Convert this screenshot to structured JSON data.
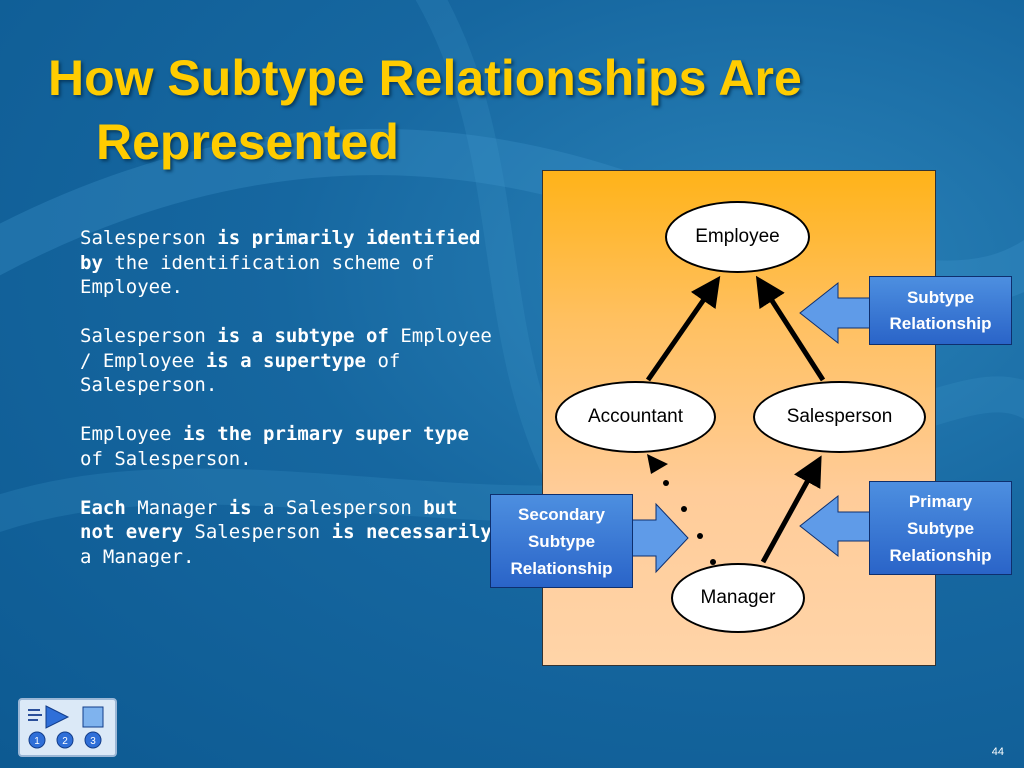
{
  "slide": {
    "title_line1": "How Subtype Relationships Are",
    "title_line2": "Represented",
    "page_number": "44"
  },
  "body": {
    "p1": [
      "Salesperson ",
      "is primarily identified by",
      " the identification scheme of Employee."
    ],
    "p2": [
      "Salesperson ",
      "is a subtype of",
      " Employee / Employee ",
      "is a supertype",
      " of Salesperson."
    ],
    "p3": [
      "Employee ",
      "is the primary super type",
      " of Salesperson."
    ],
    "p4": [
      "Each",
      " Manager ",
      "is",
      " a Salesperson ",
      "but not every",
      " Salesperson ",
      "is necessarily",
      " a Manager."
    ]
  },
  "diagram": {
    "nodes": {
      "employee": "Employee",
      "accountant": "Accountant",
      "salesperson": "Salesperson",
      "manager": "Manager"
    },
    "callouts": {
      "subtype": "Subtype Relationship",
      "secondary": "Secondary Subtype Relationship",
      "primary": "Primary Subtype Relationship"
    }
  },
  "colors": {
    "title": "#ffcc00",
    "background": "#1667a0",
    "panel": "#ffc060",
    "callout": "#3a78d8"
  },
  "icons": [
    "menu-icon",
    "play-icon",
    "stop-icon",
    "nav-1-icon",
    "nav-2-icon",
    "nav-3-icon"
  ]
}
